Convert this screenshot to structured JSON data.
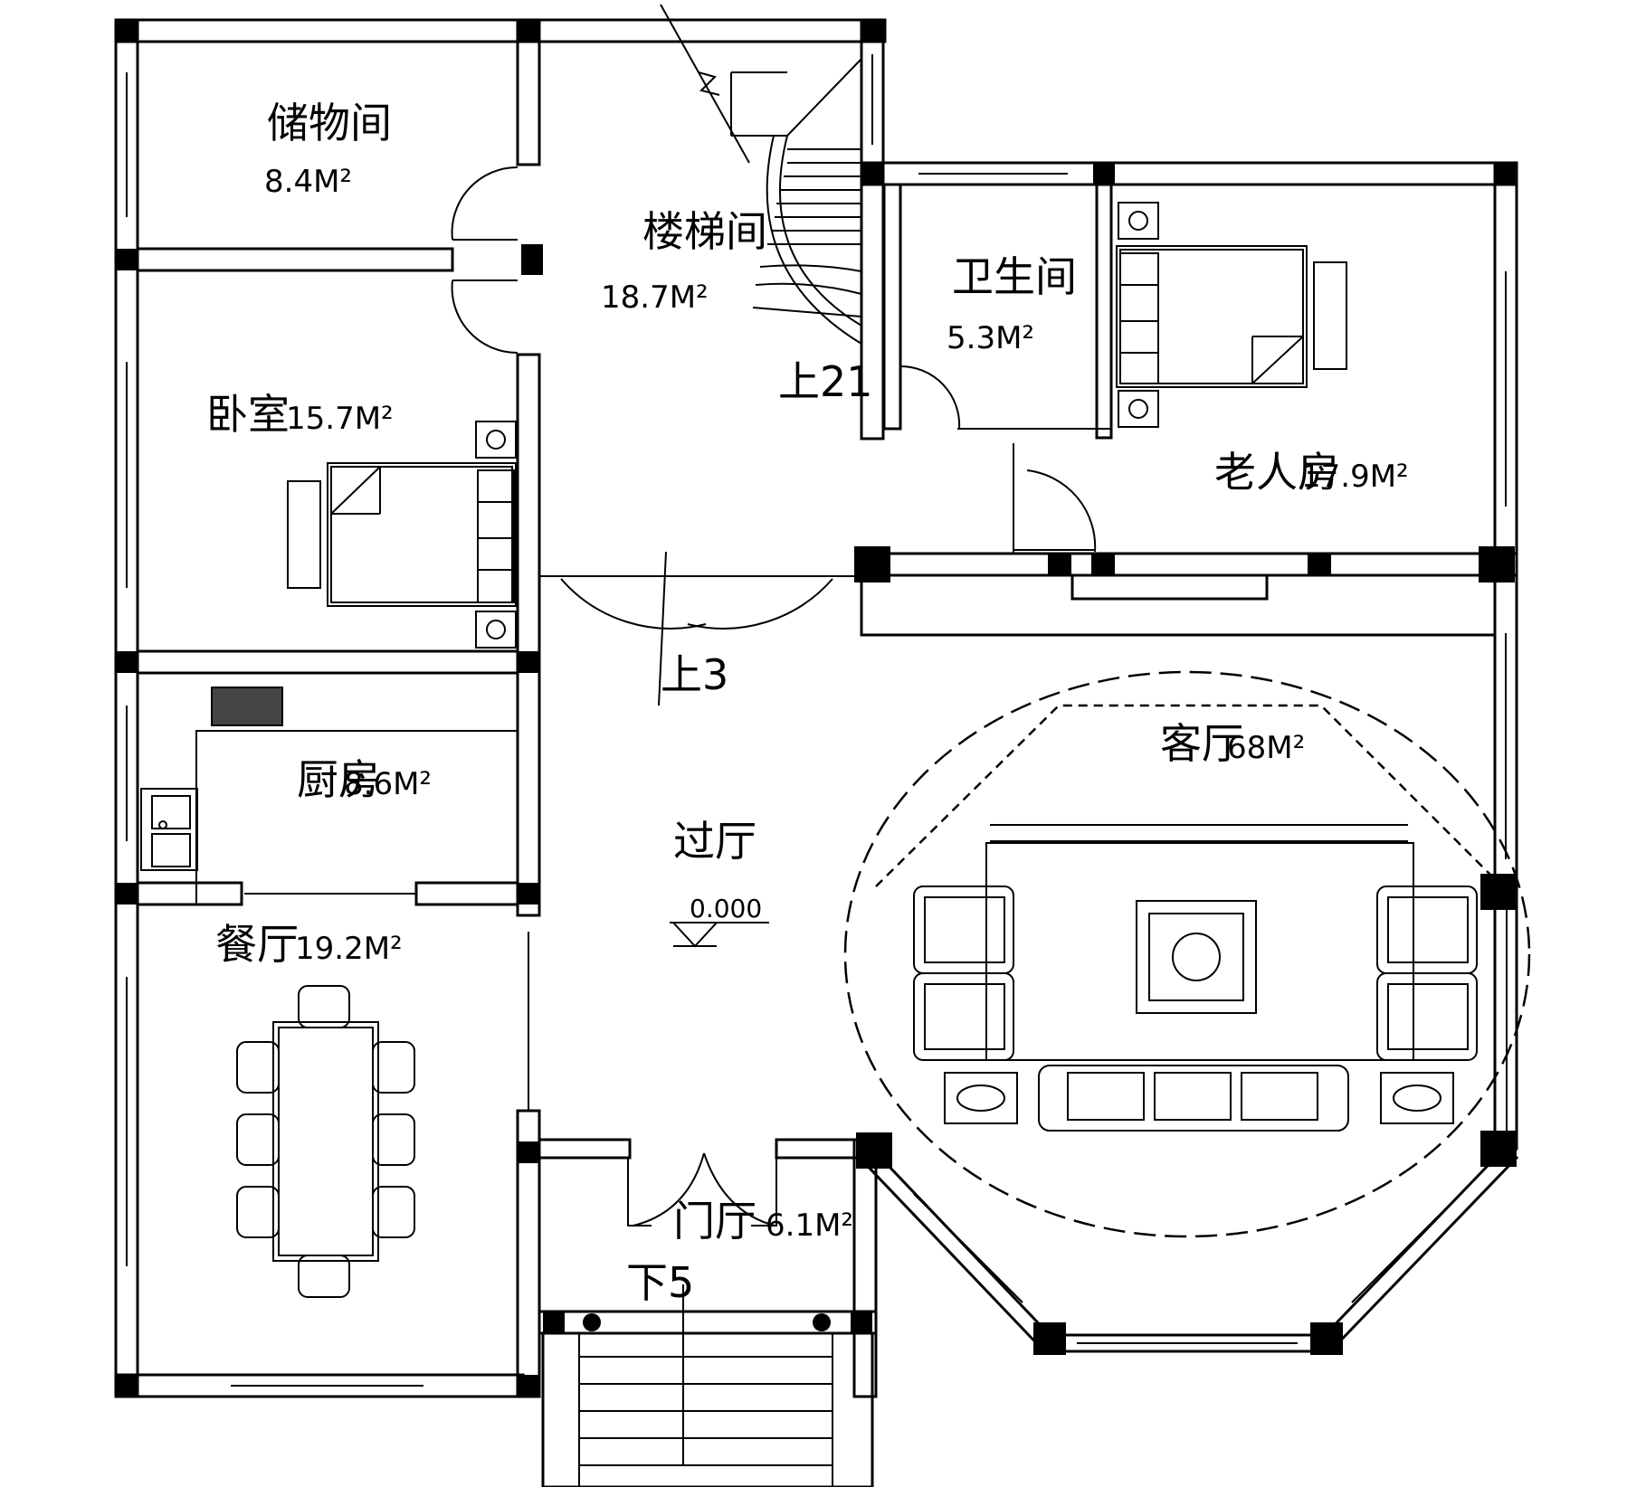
{
  "rooms": {
    "storage": {
      "name": "储物间",
      "area": "8.4M²"
    },
    "stairwell": {
      "name": "楼梯间",
      "area": "18.7M²"
    },
    "bathroom": {
      "name": "卫生间",
      "area": "5.3M²"
    },
    "bedroom": {
      "name": "卧室",
      "area": "15.7M²"
    },
    "elder_room": {
      "name": "老人房",
      "area": "17.9M²"
    },
    "kitchen": {
      "name": "厨房",
      "area": "8.6M²"
    },
    "living_room": {
      "name": "客厅",
      "area": "68M²"
    },
    "hall": {
      "name": "过厅"
    },
    "dining": {
      "name": "餐厅",
      "area": "19.2M²"
    },
    "foyer": {
      "name": "门厅",
      "area": "6.1M²"
    }
  },
  "stair_marks": {
    "stair_up": "上21",
    "steps_up": "上3",
    "steps_down": "下5"
  },
  "level_mark": "0.000"
}
